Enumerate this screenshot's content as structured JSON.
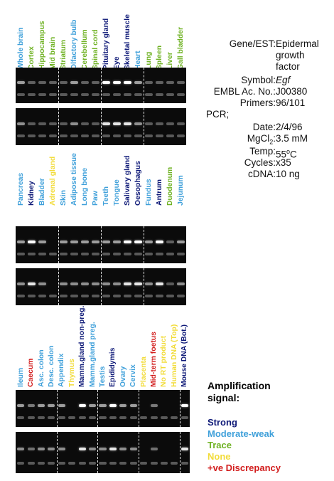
{
  "colors": {
    "strong": "#0f1a78",
    "moderate_weak": "#3fa0da",
    "trace": "#6fb223",
    "none": "#f2dc3a",
    "discrepancy": "#d21d1d",
    "gel_background": "#0b0b0b",
    "band": "#ffffff"
  },
  "panels": [
    {
      "lanes": [
        {
          "label": "Whole brain",
          "signal": "moderate"
        },
        {
          "label": "Cortex",
          "signal": "trace"
        },
        {
          "label": "Hippocampus",
          "signal": "trace"
        },
        {
          "label": "Mid brain",
          "signal": "trace"
        },
        {
          "label": "Striatum",
          "signal": "trace"
        },
        {
          "label": "Olfactory bulb",
          "signal": "moderate"
        },
        {
          "label": "Cerebellum",
          "signal": "trace"
        },
        {
          "label": "Spinal cord",
          "signal": "trace"
        },
        {
          "label": "Pituitary gland",
          "signal": "strong"
        },
        {
          "label": "Eye",
          "signal": "strong"
        },
        {
          "label": "Skeletal muscle",
          "signal": "strong"
        },
        {
          "label": "Heart",
          "signal": "moderate"
        },
        {
          "label": "Lung",
          "signal": "trace"
        },
        {
          "label": "Spleen",
          "signal": "trace"
        },
        {
          "label": "Liver",
          "signal": "trace"
        },
        {
          "label": "Gall bladder",
          "signal": "trace"
        }
      ]
    },
    {
      "lanes": [
        {
          "label": "Pancreas",
          "signal": "moderate"
        },
        {
          "label": "Kidney",
          "signal": "strong"
        },
        {
          "label": "Bladder",
          "signal": "moderate"
        },
        {
          "label": "Adrenal gland",
          "signal": "none"
        },
        {
          "label": "Skin",
          "signal": "moderate"
        },
        {
          "label": "Adipose tissue",
          "signal": "moderate"
        },
        {
          "label": "Long bone",
          "signal": "moderate"
        },
        {
          "label": "Paw",
          "signal": "moderate"
        },
        {
          "label": "Teeth",
          "signal": "moderate"
        },
        {
          "label": "Tongue",
          "signal": "moderate"
        },
        {
          "label": "Salivary gland",
          "signal": "strong"
        },
        {
          "label": "Oesophagus",
          "signal": "strong"
        },
        {
          "label": "Fundus",
          "signal": "moderate"
        },
        {
          "label": "Antrum",
          "signal": "strong"
        },
        {
          "label": "Duodenum",
          "signal": "trace"
        },
        {
          "label": "Jejunum",
          "signal": "moderate"
        }
      ]
    },
    {
      "lanes": [
        {
          "label": "Ileum",
          "signal": "moderate"
        },
        {
          "label": "Caecum",
          "signal": "discrepancy"
        },
        {
          "label": "Asc. colon",
          "signal": "moderate"
        },
        {
          "label": "Desc. colon",
          "signal": "moderate"
        },
        {
          "label": "Appendix",
          "signal": "moderate"
        },
        {
          "label": "Thymus",
          "signal": "none"
        },
        {
          "label": "Mamm.gland non-preg.",
          "signal": "strong"
        },
        {
          "label": "Mamm.gland preg.",
          "signal": "moderate"
        },
        {
          "label": "Testis",
          "signal": "moderate"
        },
        {
          "label": "Epididymis",
          "signal": "strong"
        },
        {
          "label": "Ovary",
          "signal": "moderate"
        },
        {
          "label": "Cervix",
          "signal": "moderate"
        },
        {
          "label": "Placenta",
          "signal": "none"
        },
        {
          "label": "Mid-term foetus",
          "signal": "discrepancy"
        },
        {
          "label": "No RT product",
          "signal": "none"
        },
        {
          "label": "Human DNA (Top)",
          "signal": "none"
        },
        {
          "label": "Mouse DNA (Bot.)",
          "signal": "strong"
        }
      ]
    }
  ],
  "info": {
    "gene_est": {
      "label": "Gene/EST:",
      "value_lines": [
        "Epidermal",
        "growth",
        "factor"
      ]
    },
    "symbol": {
      "label": "Symbol:",
      "value": "Egf"
    },
    "embl": {
      "label": "EMBL Ac. No.:",
      "value": "J00380"
    },
    "primers": {
      "label": "Primers:",
      "value": "96/101"
    },
    "pcr": {
      "label": "PCR;"
    },
    "date": {
      "label": "Date:",
      "value": "2/4/96"
    },
    "mgcl2": {
      "label_main": "MgCl",
      "label_sub": "2",
      "label_colon": ":",
      "value": "3.5 mM"
    },
    "temp": {
      "label": "Temp:",
      "value_main": "55",
      "value_sup": "o",
      "value_unit": "C"
    },
    "cycles": {
      "label": "Cycles:",
      "value": "x35"
    },
    "cdna": {
      "label": "cDNA:",
      "value": "10 ng"
    }
  },
  "legend": {
    "title_lines": [
      "Amplification",
      "signal:"
    ],
    "items": {
      "strong": "Strong",
      "moderate": "Moderate-weak",
      "trace": "Trace",
      "none": "None",
      "discrepancy": "+ve Discrepancy"
    }
  }
}
